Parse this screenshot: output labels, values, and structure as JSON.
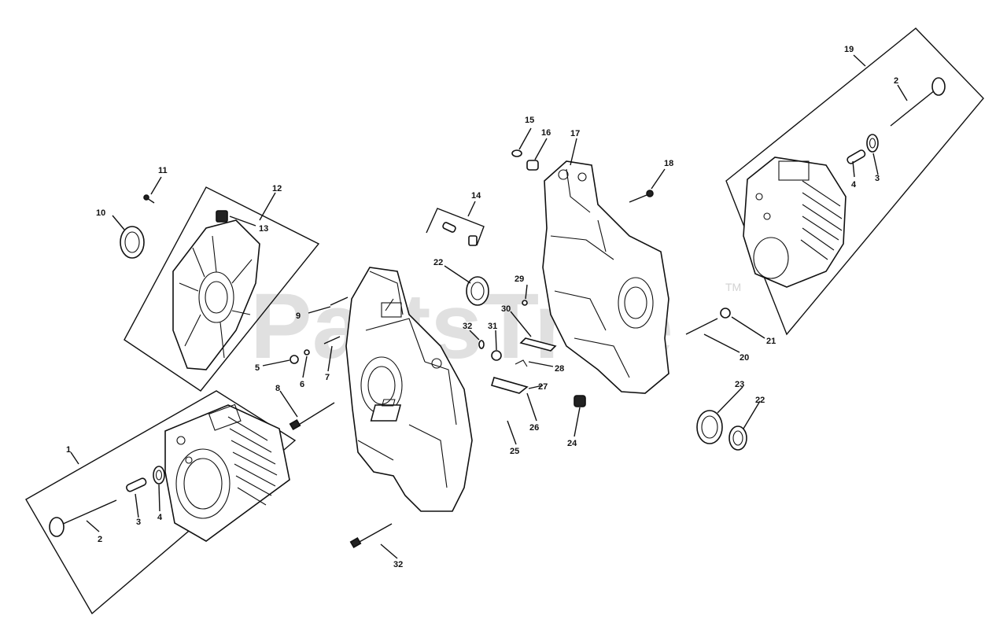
{
  "watermark": {
    "text": "PartsTree",
    "trademark": "TM"
  },
  "labels": {
    "p1": "1",
    "p2a": "2",
    "p3a": "3",
    "p4a": "4",
    "p5": "5",
    "p6": "6",
    "p7": "7",
    "p8": "8",
    "p9": "9",
    "p10": "10",
    "p11": "11",
    "p12": "12",
    "p13": "13",
    "p14": "14",
    "p15": "15",
    "p16": "16",
    "p17": "17",
    "p18": "18",
    "p19": "19",
    "p2b": "2",
    "p4b": "4",
    "p3b": "3",
    "p20": "20",
    "p21": "21",
    "p22a": "22",
    "p22b": "22",
    "p23": "23",
    "p24": "24",
    "p25": "25",
    "p26": "26",
    "p27": "27",
    "p28": "28",
    "p29": "29",
    "p30": "30",
    "p31": "31",
    "p32a": "32",
    "p32b": "32"
  }
}
